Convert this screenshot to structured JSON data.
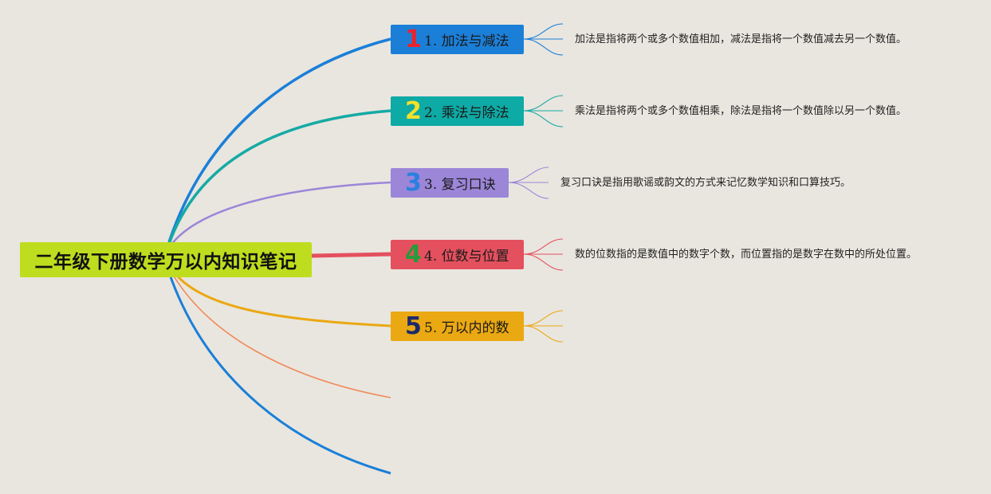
{
  "root": {
    "title": "二年级下册数学万以内知识笔记",
    "color": "#bedd1e"
  },
  "topics": [
    {
      "icon_number": "1",
      "icon_color": "#e8242e",
      "label": "1. 加法与减法",
      "color": "#1b7fd8",
      "line_color": "#1b7fd8",
      "description": "加法是指将两个或多个数值相加，减法是指将一个数值减去另一个数值。"
    },
    {
      "icon_number": "2",
      "icon_color": "#f5e02a",
      "label": "2. 乘法与除法",
      "color": "#0eaaa5",
      "line_color": "#16aaa5",
      "description": "乘法是指将两个或多个数值相乘，除法是指将一个数值除以另一个数值。"
    },
    {
      "icon_number": "3",
      "icon_color": "#2b7fe0",
      "label": "3. 复习口诀",
      "color": "#9b86d8",
      "line_color": "#9b86d8",
      "description": "复习口诀是指用歌谣或韵文的方式来记忆数学知识和口算技巧。"
    },
    {
      "icon_number": "4",
      "icon_color": "#2a9a3a",
      "label": "4. 位数与位置",
      "color": "#e4505e",
      "line_color": "#e4505e",
      "description": "数的位数指的是数值中的数字个数，而位置指的是数字在数中的所处位置。"
    },
    {
      "icon_number": "5",
      "icon_color": "#1b2a6b",
      "label": "5. 万以内的数",
      "color": "#eaa812",
      "line_color": "#eaa812",
      "description": ""
    }
  ],
  "extra_branch_colors": [
    "#f08a5a",
    "#1b7fd8"
  ]
}
